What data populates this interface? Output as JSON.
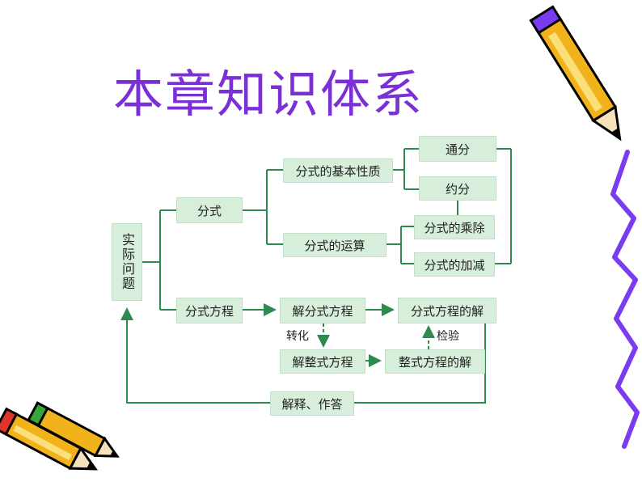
{
  "title": "本章知识体系",
  "nodes": {
    "shiji_wenti": "实际问题",
    "fenshi": "分式",
    "jiben_xingzhi": "分式的基本性质",
    "tongfen": "通分",
    "yuefen": "约分",
    "yunsuan": "分式的运算",
    "chengchu": "分式的乘除",
    "jiajian": "分式的加减",
    "fenshi_fangcheng": "分式方程",
    "jie_fenshi_fangcheng": "解分式方程",
    "fenshi_fangcheng_de_jie": "分式方程的解",
    "jie_zhengshi_fangcheng": "解整式方程",
    "zhengshi_fangcheng_de_jie": "整式方程的解",
    "jieshi_zuoda": "解释、作答"
  },
  "edge_labels": {
    "zhuanhua": "转化",
    "jianyan": "检验"
  },
  "colors": {
    "title": "#7b2fd6",
    "node_fill": "#d7eedb",
    "line": "#2e8b4f",
    "squiggle": "#7a3cf0"
  },
  "decorations": [
    "pencil-top-right",
    "pencils-bottom-left",
    "purple-squiggle-right"
  ]
}
